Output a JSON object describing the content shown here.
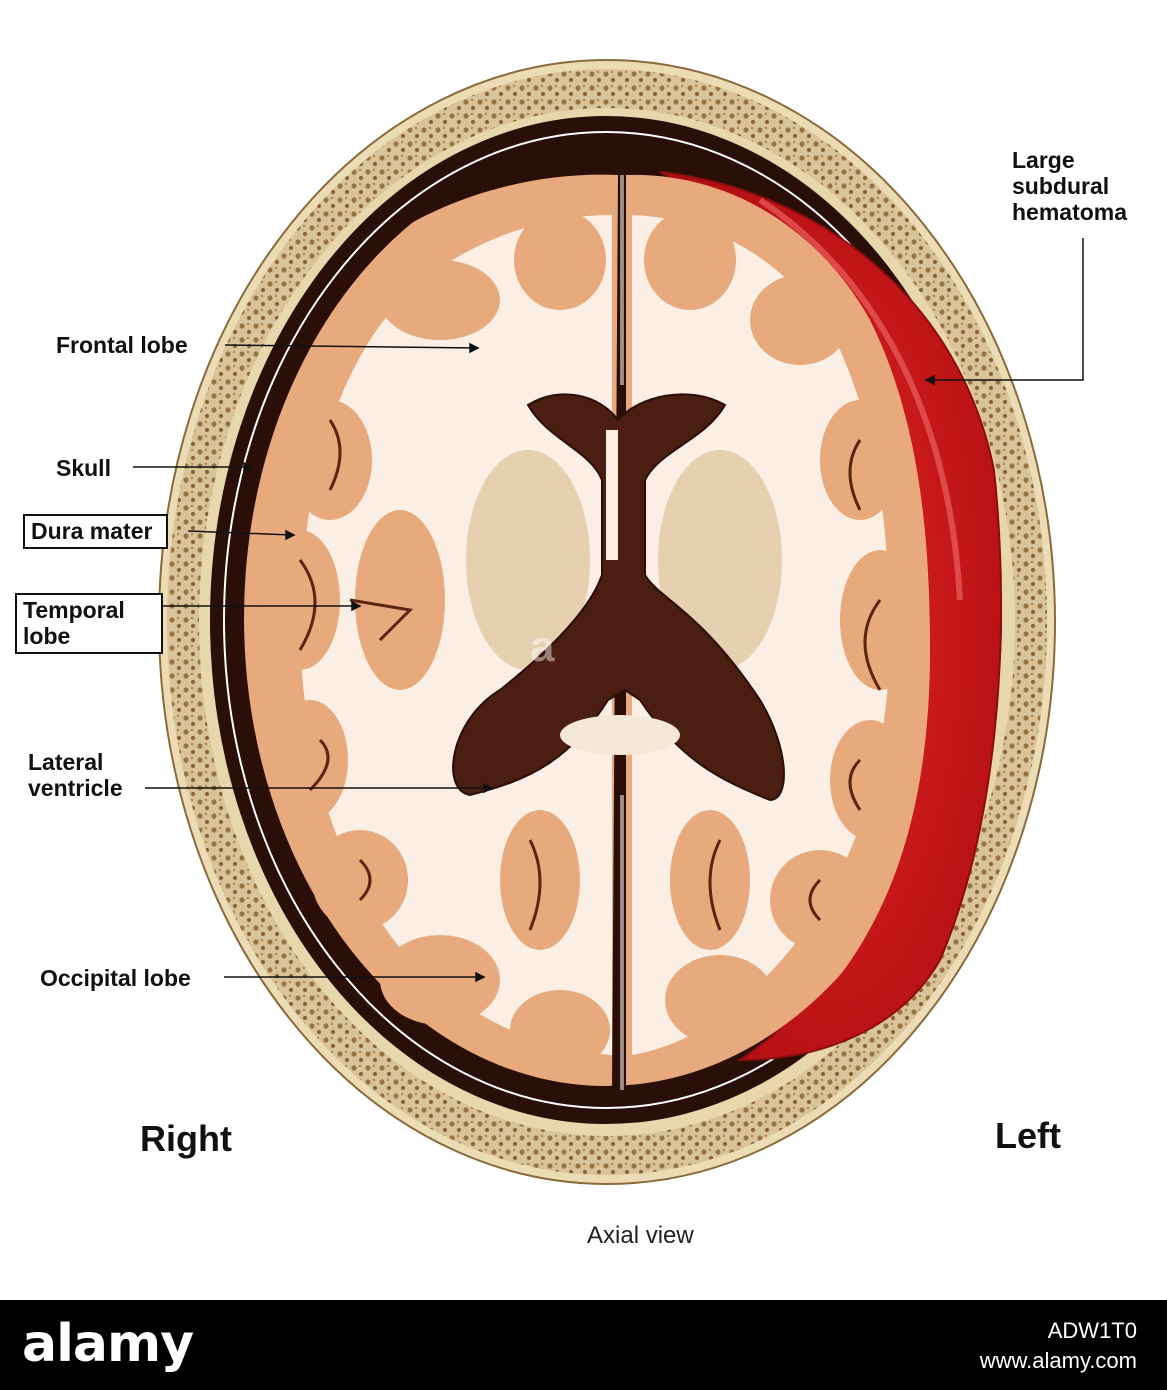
{
  "labels": {
    "frontal_lobe": "Frontal lobe",
    "skull": "Skull",
    "dura_mater": "Dura mater",
    "temporal_lobe": "Temporal\nlobe",
    "lateral_ventricle": "Lateral\nventricle",
    "occipital_lobe": "Occipital lobe",
    "hematoma": "Large\nsubdural\nhematoma"
  },
  "orientation": {
    "right": "Right",
    "left": "Left"
  },
  "caption": "Axial view",
  "footer": {
    "brand": "alamy",
    "image_id": "ADW1T0",
    "url": "www.alamy.com"
  },
  "colors": {
    "bone": "#d9c39a",
    "bone_dark": "#b7965c",
    "dark_space": "#2a0e08",
    "gray_matter": "#e8a97c",
    "white_matter": "#fbeee4",
    "ventricle": "#4a1e10",
    "hematoma": "#d31818"
  }
}
